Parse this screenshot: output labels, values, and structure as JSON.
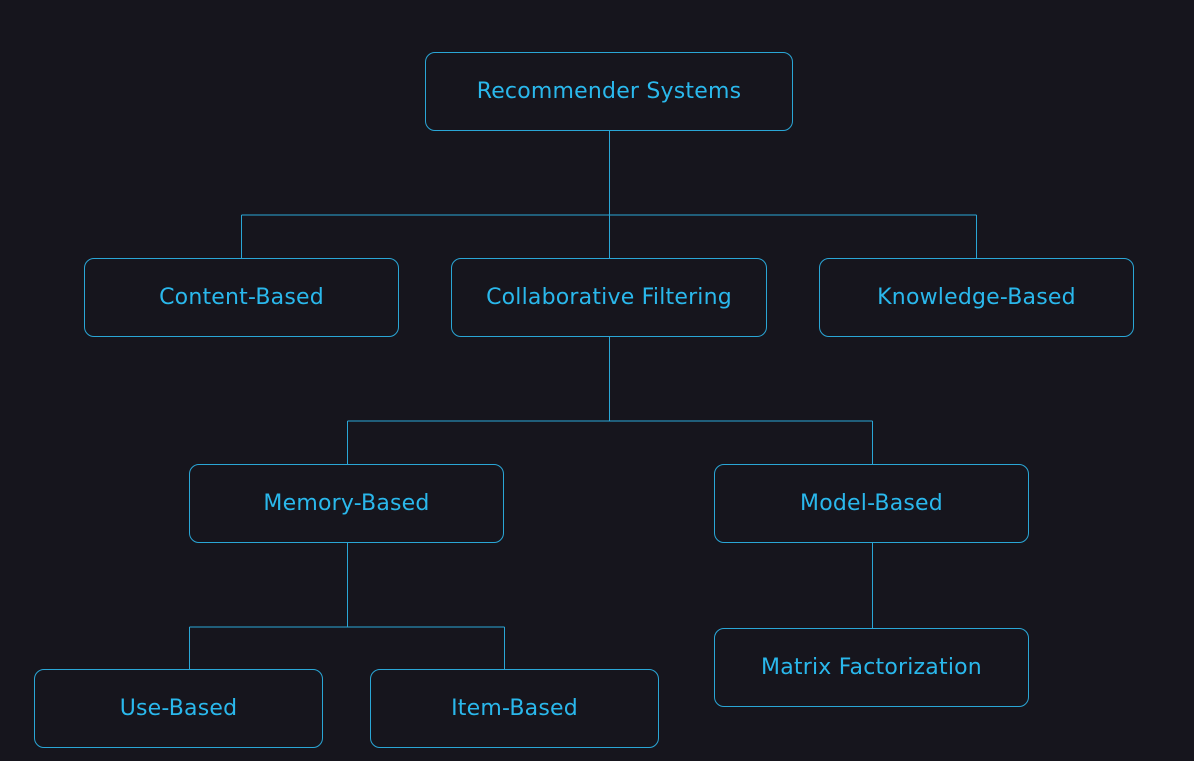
{
  "colors": {
    "background": "#16151d",
    "line": "#2aa6d6",
    "text": "#2ab8ec"
  },
  "nodes": {
    "root": "Recommender Systems",
    "content_based": "Content-Based",
    "collaborative_filtering": "Collaborative Filtering",
    "knowledge_based": "Knowledge-Based",
    "memory_based": "Memory-Based",
    "model_based": "Model-Based",
    "use_based": "Use-Based",
    "item_based": "Item-Based",
    "matrix_factorization": "Matrix Factorization"
  }
}
